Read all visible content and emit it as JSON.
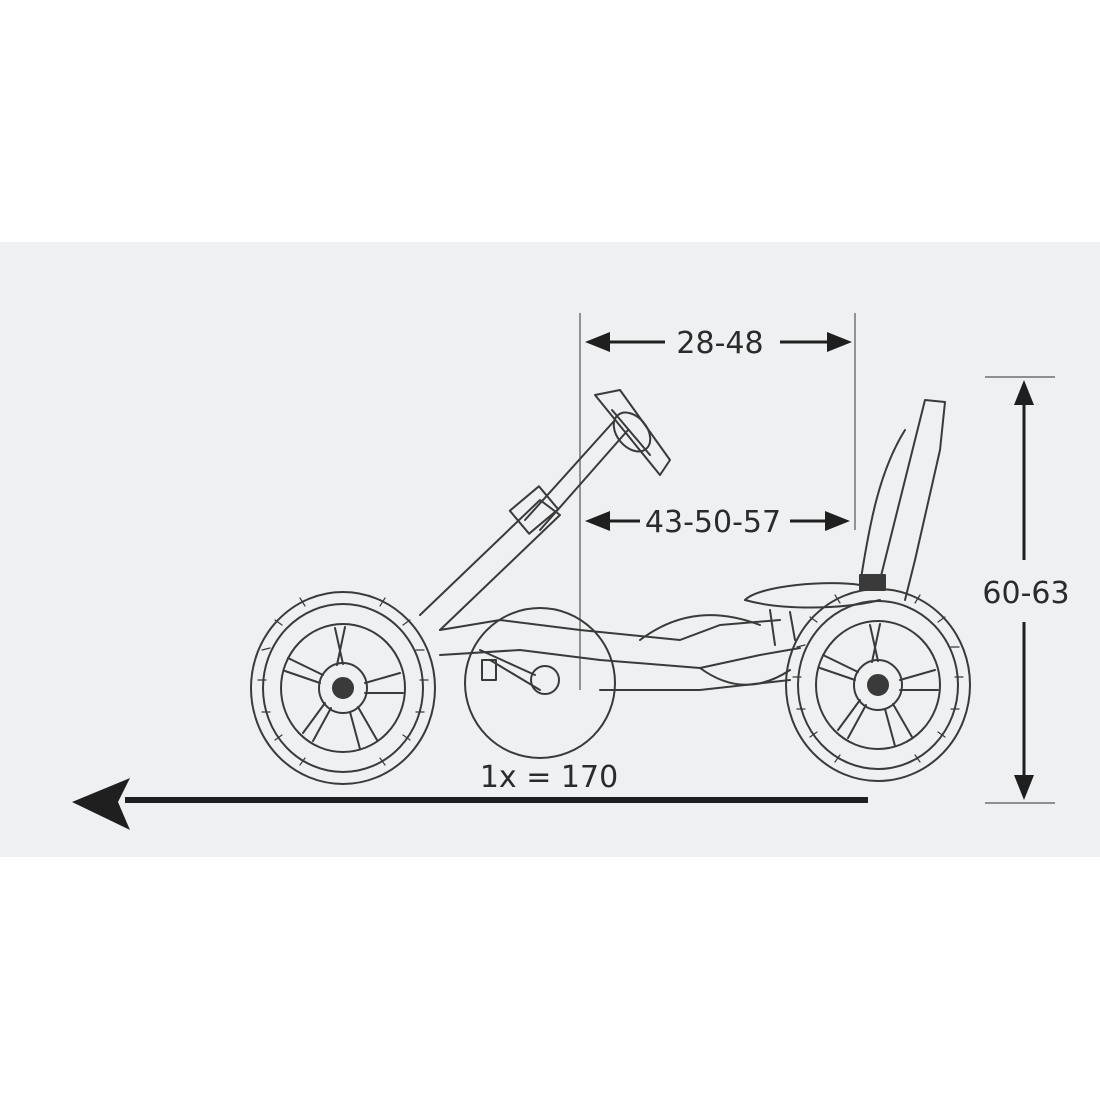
{
  "diagram": {
    "colors": {
      "panel": "#eef0f1",
      "line": "#3a3a3a",
      "dim": "#1f1f1f",
      "text": "#2b2b2b"
    },
    "dimensions": {
      "top_width": "28-48",
      "seat_distance": "43-50-57",
      "height": "60-63",
      "turning": "1x = 170"
    },
    "icons": [
      "go-kart-drawing",
      "direction-arrow"
    ]
  }
}
